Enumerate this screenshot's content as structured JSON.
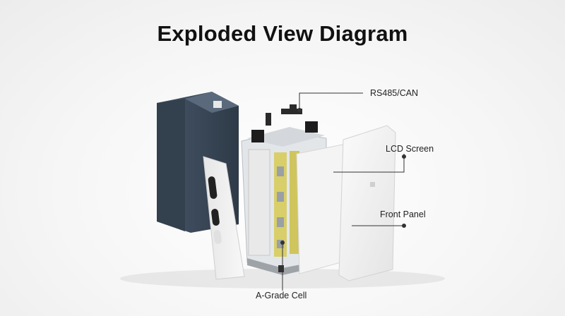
{
  "title": "Exploded View Diagram",
  "callouts": {
    "rs485": "RS485/CAN",
    "lcd": "LCD Screen",
    "front_panel": "Front Panel",
    "cell": "A-Grade Cell"
  },
  "colors": {
    "rear_shell": "#3a4856",
    "cell_wrap": "#d8cf6a",
    "panel": "#f2f2f2",
    "frame": "#c9cdd1",
    "leader": "#333333"
  }
}
